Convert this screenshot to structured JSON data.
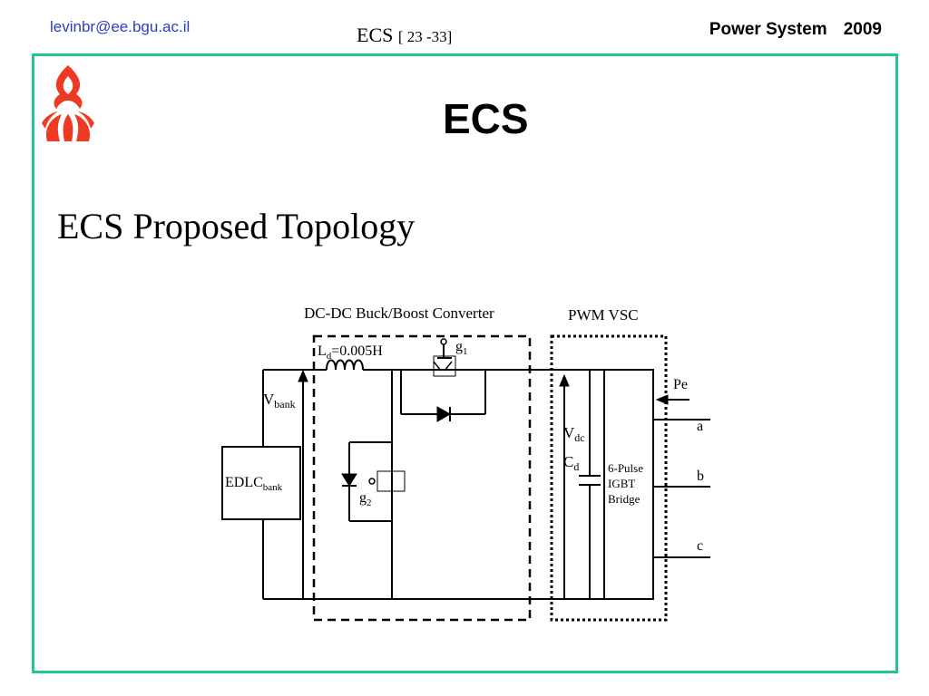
{
  "header": {
    "email": "levinbr@ee.bgu.ac.il",
    "center_main": "ECS",
    "center_pages": "[ 23 -33]",
    "right_label": "Power System",
    "right_year": "2009"
  },
  "slide": {
    "title": "ECS",
    "subtitle": "ECS Proposed Topology",
    "accent_color": "#1fc69a",
    "logo_color": "#ee3a24",
    "logo_icon": "university-flame-logo"
  },
  "diagram": {
    "converter_label": "DC-DC Buck/Boost Converter",
    "vsc_label": "PWM VSC",
    "inductor_label": "L",
    "inductor_sub": "d",
    "inductor_value": "=0.005H",
    "g1": "g",
    "g1_sub": "1",
    "g2": "g",
    "g2_sub": "2",
    "vbank": "V",
    "vbank_sub": "bank",
    "edlc": "EDLC",
    "edlc_sub": "bank",
    "vdc": "V",
    "vdc_sub": "dc",
    "cd": "C",
    "cd_sub": "d",
    "bridge_line1": "6-Pulse",
    "bridge_line2": "IGBT",
    "bridge_line3": "Bridge",
    "pe": "Pe",
    "phase_a": "a",
    "phase_b": "b",
    "phase_c": "c"
  }
}
